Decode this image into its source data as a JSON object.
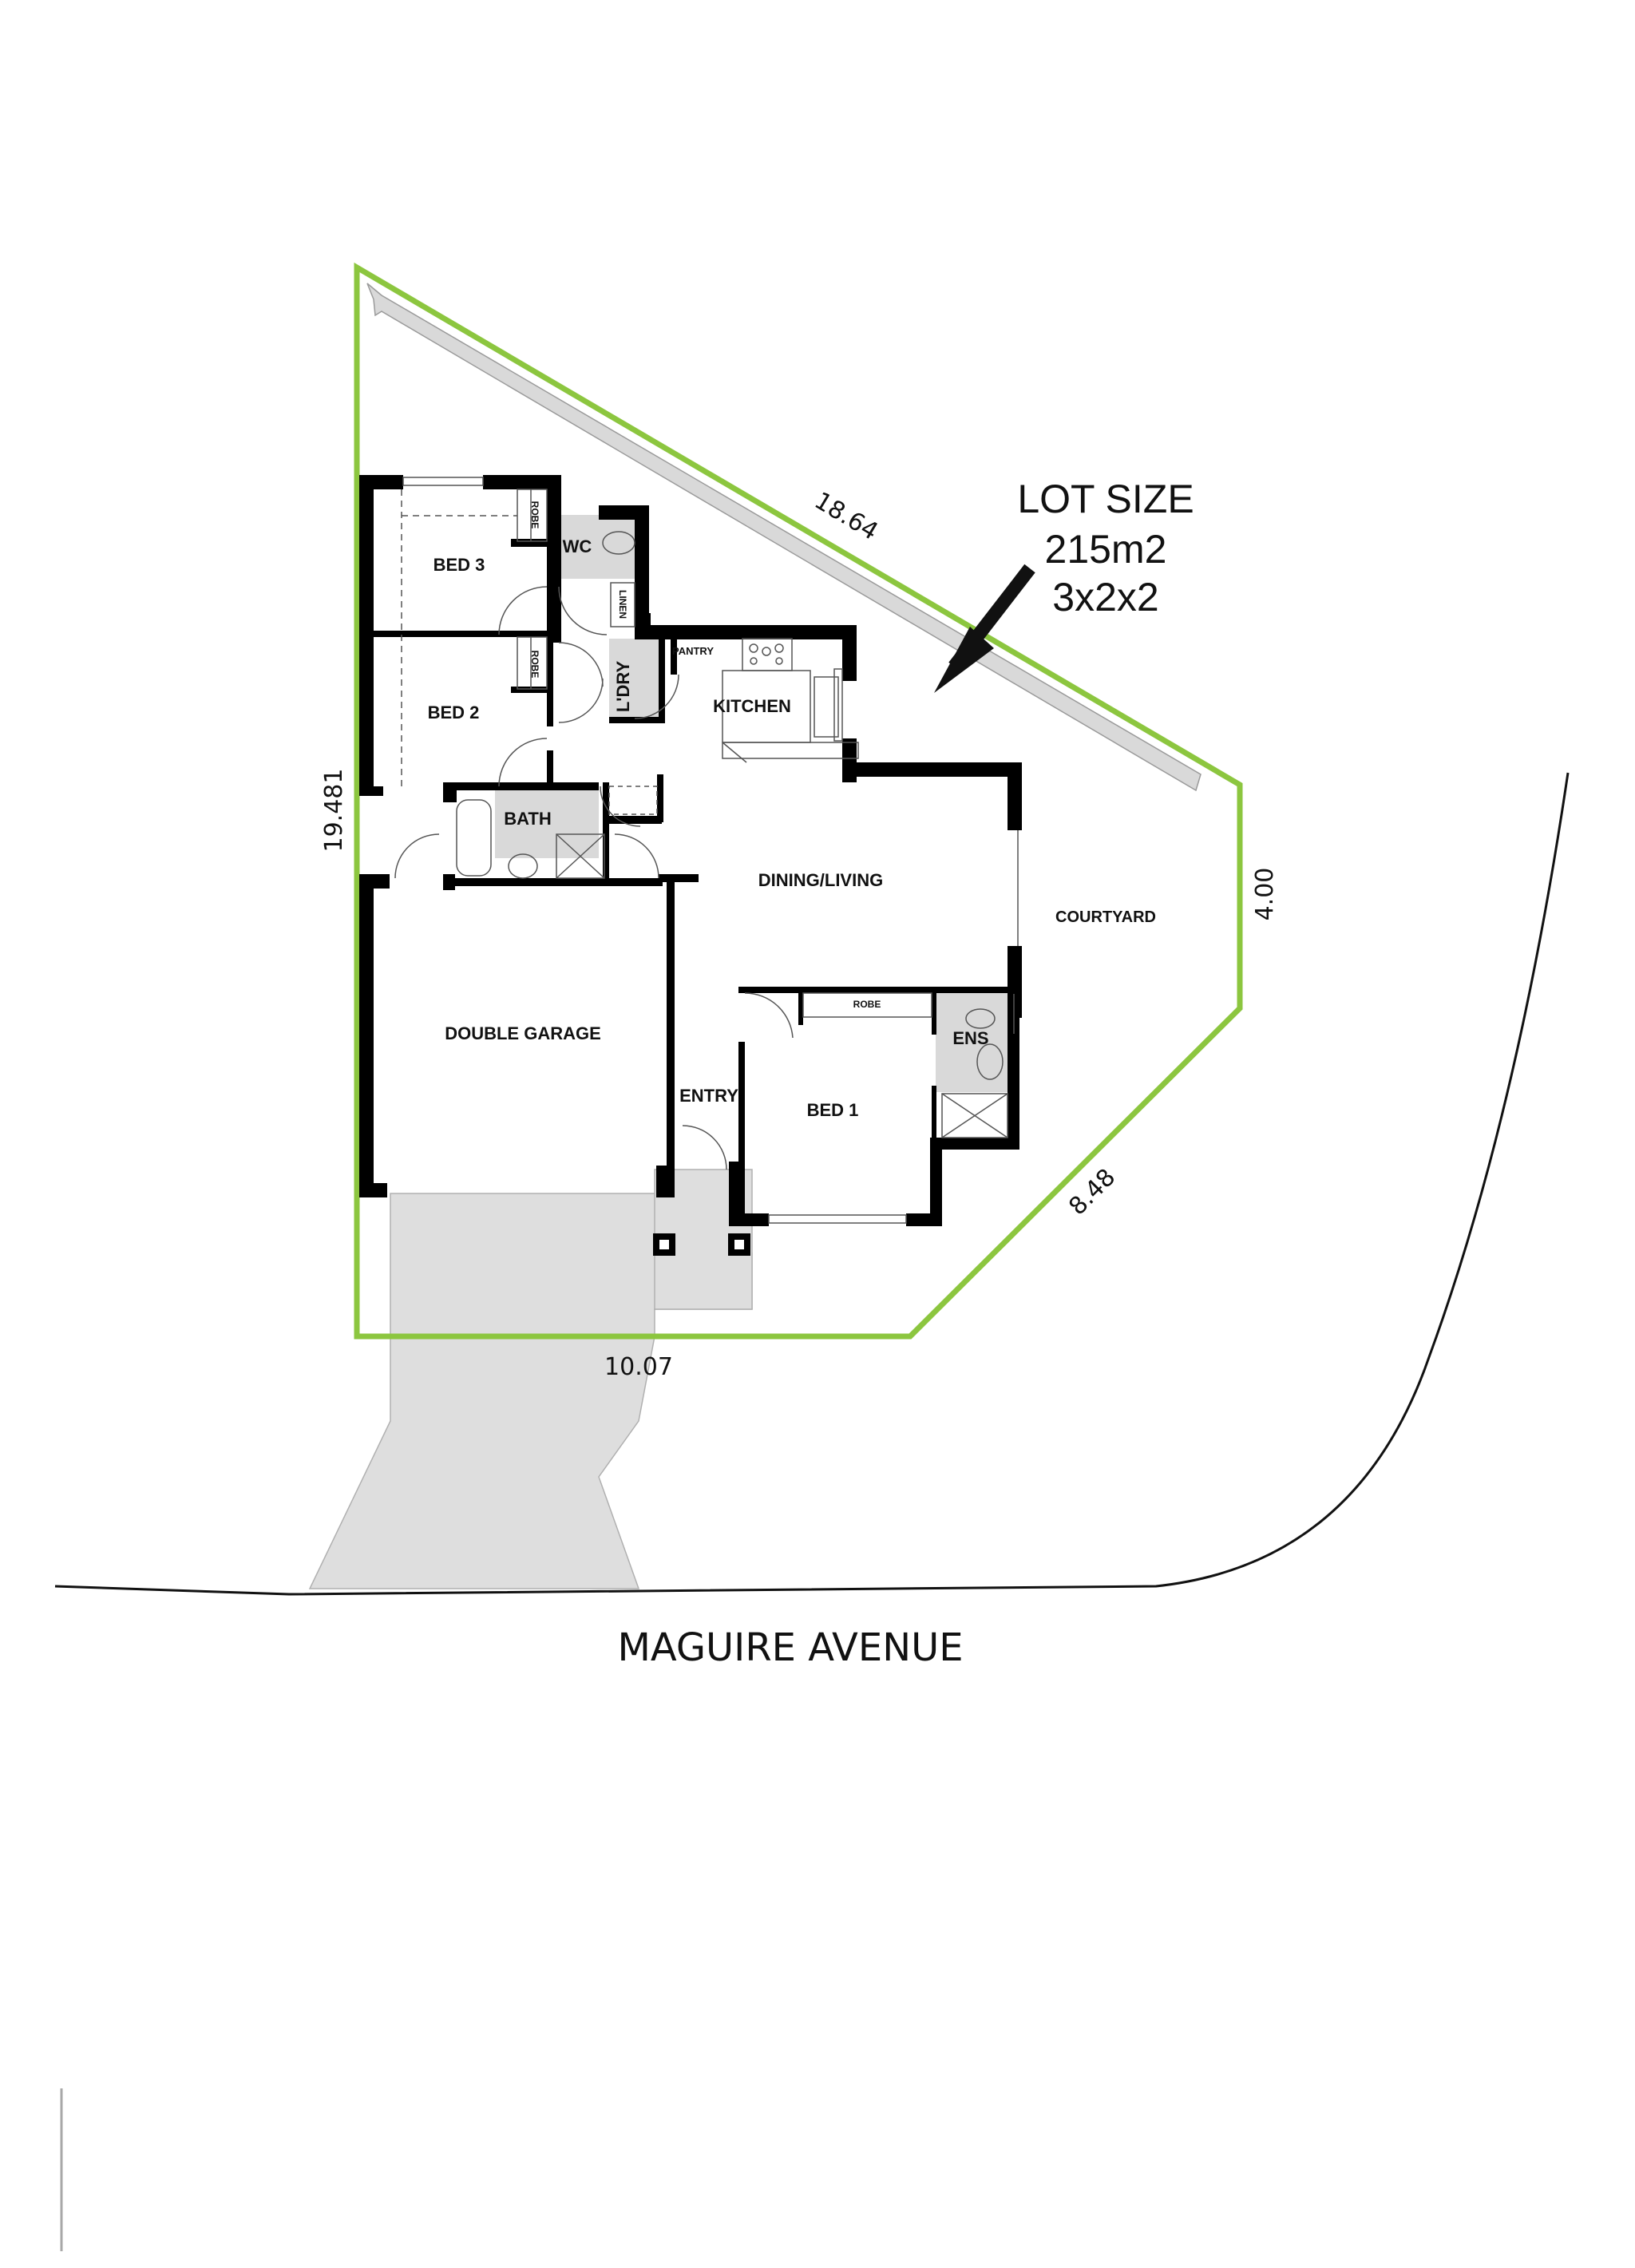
{
  "lot": {
    "title": "LOT SIZE",
    "area": "215m2",
    "config": "3x2x2",
    "boundary_color": "#8CC63F"
  },
  "dimensions": {
    "north_east": "18.64",
    "west": "19.481",
    "east": "4.00",
    "south_east": "8.48",
    "south": "10.07"
  },
  "street": {
    "name": "MAGUIRE AVENUE"
  },
  "rooms": {
    "bed3": "BED 3",
    "bed2": "BED 2",
    "bed1": "BED 1",
    "robe_bed3": "ROBE",
    "robe_bed2": "ROBE",
    "robe_bed1": "ROBE",
    "wc": "WC",
    "linen": "LINEN",
    "laundry": "L'DRY",
    "pantry": "PANTRY",
    "kitchen": "KITCHEN",
    "bath": "BATH",
    "dining_living": "DINING/LIVING",
    "courtyard": "COURTYARD",
    "double_garage": "DOUBLE GARAGE",
    "entry": "ENTRY",
    "ensuite": "ENS"
  },
  "colors": {
    "walls": "#000000",
    "wet_areas": "#D9D9D9",
    "paving": "#DEDEDE"
  }
}
